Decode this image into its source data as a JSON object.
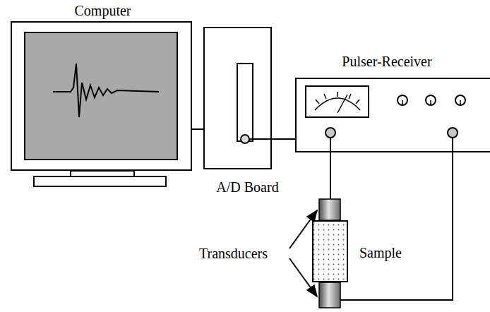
{
  "diagram": {
    "nodes": [
      {
        "text": [
          "Computer"
        ]
      },
      {
        "text": [
          "A/D Board"
        ]
      },
      {
        "text": [
          "Pulser-Receiver"
        ]
      },
      {
        "text": [
          "Sample"
        ]
      }
    ],
    "edges": [
      {
        "from": 0,
        "to": 1,
        "arrow": "none"
      },
      {
        "from": 1,
        "to": 2,
        "arrow": "none"
      }
    ],
    "labels": [
      "Transducers"
    ]
  }
}
